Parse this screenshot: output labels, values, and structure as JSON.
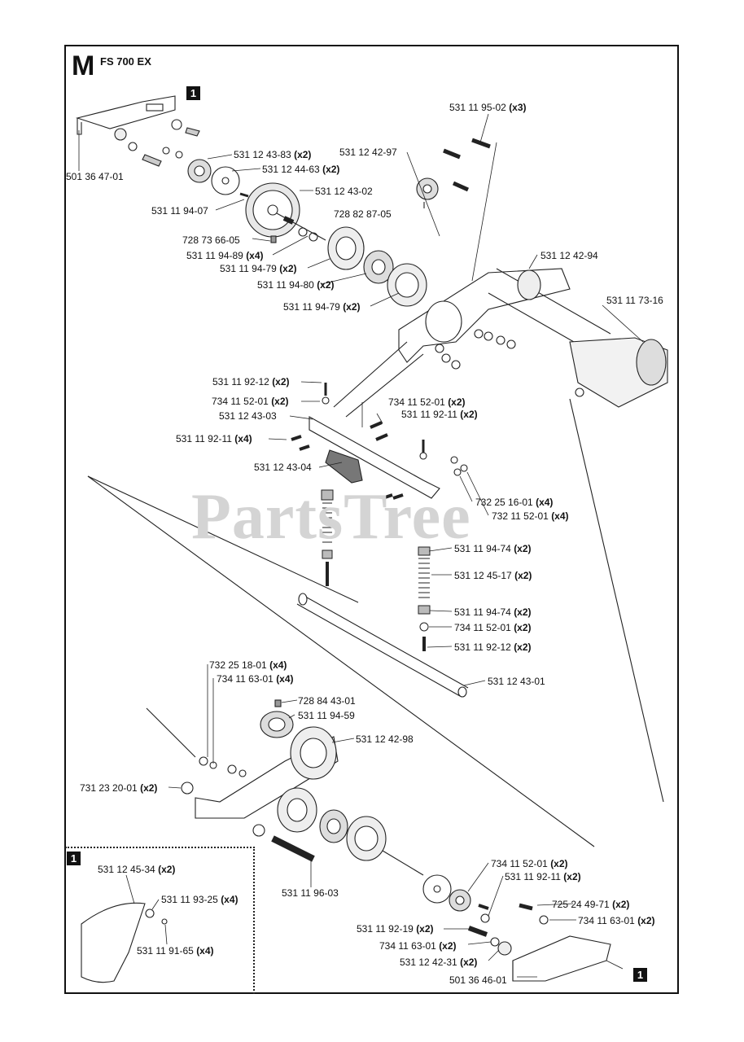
{
  "header": {
    "section": "M",
    "model": "FS 700 EX"
  },
  "watermark": "PartsTree",
  "callouts": {
    "inset_ref": "1"
  },
  "parts": [
    {
      "num": "501 36 47-01",
      "qty": ""
    },
    {
      "num": "531 12 43-83",
      "qty": "(x2)"
    },
    {
      "num": "531 12 44-63",
      "qty": "(x2)"
    },
    {
      "num": "531 12 43-02",
      "qty": ""
    },
    {
      "num": "531 11 94-07",
      "qty": ""
    },
    {
      "num": "728 73 66-05",
      "qty": ""
    },
    {
      "num": "531 11 94-89",
      "qty": "(x4)"
    },
    {
      "num": "531 11 94-79",
      "qty": "(x2)"
    },
    {
      "num": "531 11 94-80",
      "qty": "(x2)"
    },
    {
      "num": "531 11 94-79",
      "qty": "(x2)"
    },
    {
      "num": "531 12 42-97",
      "qty": ""
    },
    {
      "num": "728 82 87-05",
      "qty": ""
    },
    {
      "num": "531 11 95-02",
      "qty": "(x3)"
    },
    {
      "num": "531 12 42-94",
      "qty": ""
    },
    {
      "num": "531 11 73-16",
      "qty": ""
    },
    {
      "num": "531 11 92-12",
      "qty": "(x2)"
    },
    {
      "num": "734 11 52-01",
      "qty": "(x2)"
    },
    {
      "num": "531 12 43-03",
      "qty": ""
    },
    {
      "num": "734 11 52-01",
      "qty": "(x2)"
    },
    {
      "num": "531 11 92-11",
      "qty": "(x2)"
    },
    {
      "num": "531 11 92-11",
      "qty": "(x4)"
    },
    {
      "num": "531 12 43-04",
      "qty": ""
    },
    {
      "num": "732 25 16-01",
      "qty": "(x4)"
    },
    {
      "num": "732 11 52-01",
      "qty": "(x4)"
    },
    {
      "num": "531 11 94-74",
      "qty": "(x2)"
    },
    {
      "num": "531 12 45-17",
      "qty": "(x2)"
    },
    {
      "num": "531 11 94-74",
      "qty": "(x2)"
    },
    {
      "num": "734 11 52-01",
      "qty": "(x2)"
    },
    {
      "num": "531 11 92-12",
      "qty": "(x2)"
    },
    {
      "num": "531 12 43-01",
      "qty": ""
    },
    {
      "num": "732 25 18-01",
      "qty": "(x4)"
    },
    {
      "num": "734 11 63-01",
      "qty": "(x4)"
    },
    {
      "num": "728 84 43-01",
      "qty": ""
    },
    {
      "num": "531 11 94-59",
      "qty": ""
    },
    {
      "num": "531 12 42-98",
      "qty": ""
    },
    {
      "num": "731 23 20-01",
      "qty": "(x2)"
    },
    {
      "num": "531 11 96-03",
      "qty": ""
    },
    {
      "num": "734 11 52-01",
      "qty": "(x2)"
    },
    {
      "num": "531 11 92-11",
      "qty": "(x2)"
    },
    {
      "num": "725 24 49-71",
      "qty": "(x2)"
    },
    {
      "num": "734 11 63-01",
      "qty": "(x2)"
    },
    {
      "num": "531 11 92-19",
      "qty": "(x2)"
    },
    {
      "num": "734 11 63-01",
      "qty": "(x2)"
    },
    {
      "num": "531 12 42-31",
      "qty": "(x2)"
    },
    {
      "num": "501 36 46-01",
      "qty": ""
    },
    {
      "num": "531 12 45-34",
      "qty": "(x2)"
    },
    {
      "num": "531 11 93-25",
      "qty": "(x4)"
    },
    {
      "num": "531 11 91-65",
      "qty": "(x4)"
    }
  ]
}
